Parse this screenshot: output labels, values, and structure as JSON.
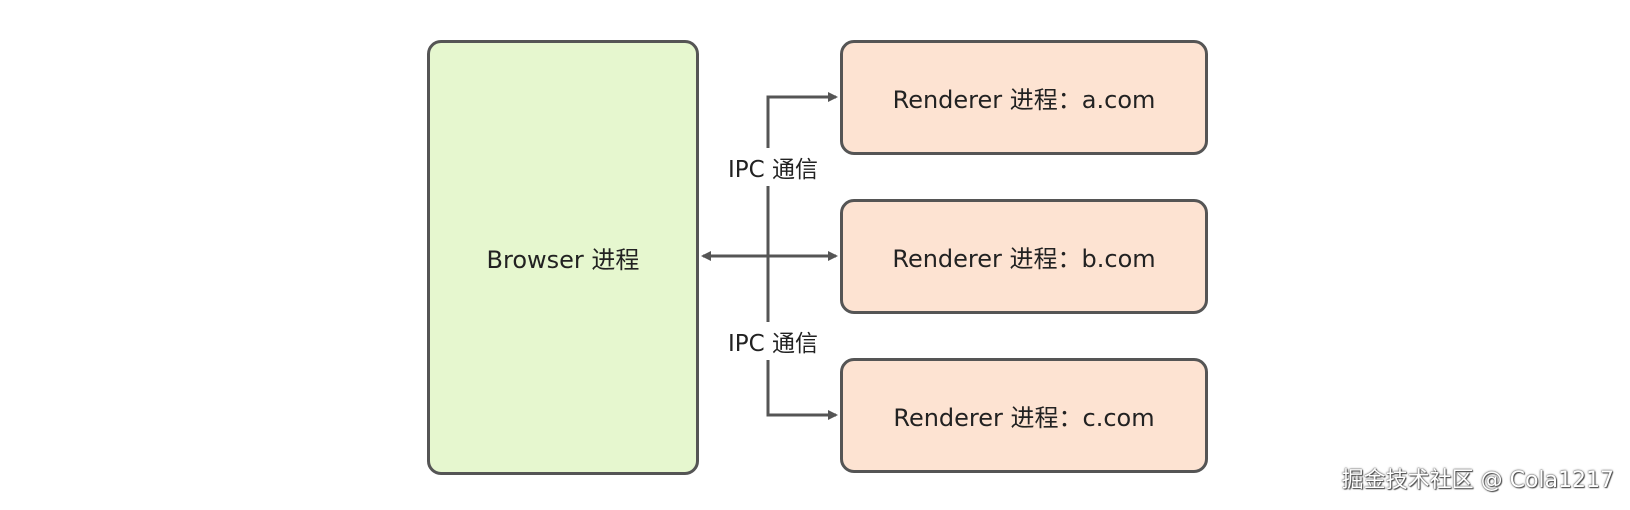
{
  "diagram": {
    "browser_label": "Browser 进程",
    "renderers": [
      {
        "label": "Renderer 进程：a.com"
      },
      {
        "label": "Renderer 进程：b.com"
      },
      {
        "label": "Renderer 进程：c.com"
      }
    ],
    "ipc_labels": [
      "IPC 通信",
      "IPC 通信"
    ],
    "colors": {
      "browser_fill": "#e6f7cf",
      "renderer_fill": "#fde3d2",
      "border": "#555555",
      "arrow": "#555555"
    }
  },
  "watermark": "掘金技术社区 @ Cola1217"
}
